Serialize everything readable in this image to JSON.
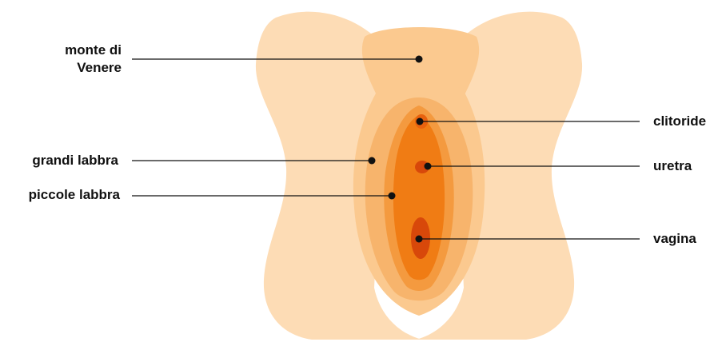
{
  "labels": {
    "monte": "monte di\nVenere",
    "grandi": "grandi labbra",
    "piccole": "piccole labbra",
    "clitoride": "clitoride",
    "uretra": "uretra",
    "vagina": "vagina"
  },
  "colors": {
    "skin_outer": "#FDDCB5",
    "skin_mid": "#FBC98F",
    "labia_majora": "#F7B46C",
    "labia_minora": "#F49A3F",
    "vestibule": "#F07C14",
    "openings": "#D8480A",
    "line": "#111111"
  }
}
